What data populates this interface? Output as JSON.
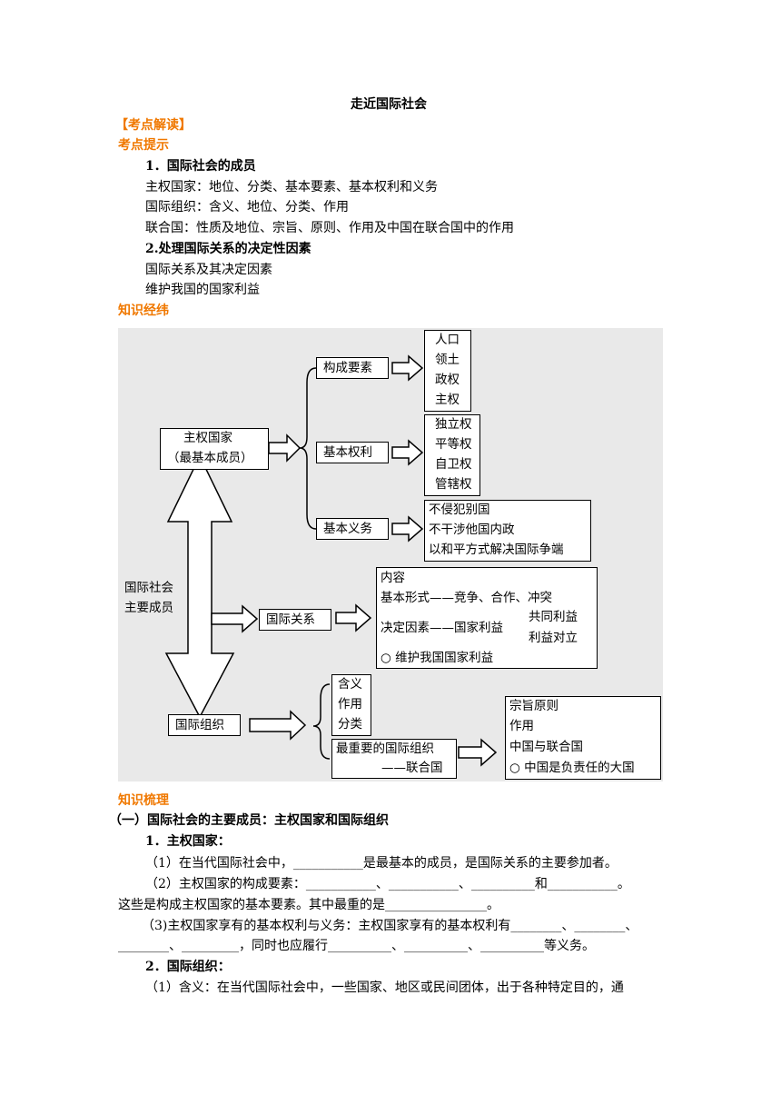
{
  "doc": {
    "title": "走近国际社会",
    "kaodian_jiedu": "【考点解读】",
    "kaodian_tishi": "考点提示",
    "s1_heading": "1．国际社会的成员",
    "s1_line1": "主权国家：地位、分类、基本要素、基本权利和义务",
    "s1_line2": "国际组织：含义、地位、分类、作用",
    "s1_line3": "联合国：性质及地位、宗旨、原则、作用及中国在联合国中的作用",
    "s2_heading": "2.处理国际关系的决定性因素",
    "s2_line1": "国际关系及其决定因素",
    "s2_line2": "维护我国的国家利益",
    "zhishi_jingwei": "知识经纬",
    "zhishi_shuli": "知识梳理",
    "part1_heading": "（一）国际社会的主要成员：主权国家和国际组织",
    "p1_heading": "1．主权国家：",
    "p1_q1": "（1）在当代国际社会中，___________是最基本的成员，是国际关系的主要参加者。",
    "p1_q2a": "（2）主权国家的构成要素：___________、___________、__________和___________。",
    "p1_q2b": "这些是构成主权国家的基本要素。其中最重的是________________。",
    "p1_q3a": "（3)主权国家享有的基本权利与义务：主权国家享有的基本权利有________、________、",
    "p1_q3b": "________、_________，同时也应履行__________、__________、__________等义务。",
    "p2_heading": "2．国际组织：",
    "p2_q1": "（1）含义：在当代国际社会中，一些国家、地区或民间团体，出于各种特定目的，通"
  },
  "diagram": {
    "sovereign_l1": "主权国家",
    "sovereign_l2": "（最基本成员）",
    "compose": "构成要素",
    "compose_items": [
      "人口",
      "领土",
      "政权",
      "主权"
    ],
    "rights": "基本权利",
    "rights_items": [
      "独立权",
      "平等权",
      "自卫权",
      "管辖权"
    ],
    "duties": "基本义务",
    "duties_items": [
      "不侵犯别国",
      "不干涉他国内政",
      "以和平方式解决国际争端"
    ],
    "members_l1": "国际社会",
    "members_l2": "主要成员",
    "relations": "国际关系",
    "rel_content": "内容",
    "rel_forms": "基本形式——竞争、合作、冲突",
    "rel_factor": "决定因素——国家利益",
    "rel_common": "共同利益",
    "rel_oppose": "利益对立",
    "rel_protect": "○  维护我国国家利益",
    "org": "国际组织",
    "org_items": [
      "含义",
      "作用",
      "分类"
    ],
    "un_l1": "最重要的国际组织",
    "un_l2": "——联合国",
    "un_items": [
      "宗旨原则",
      "作用",
      "中国与联合国",
      "○  中国是负责任的大国"
    ]
  }
}
